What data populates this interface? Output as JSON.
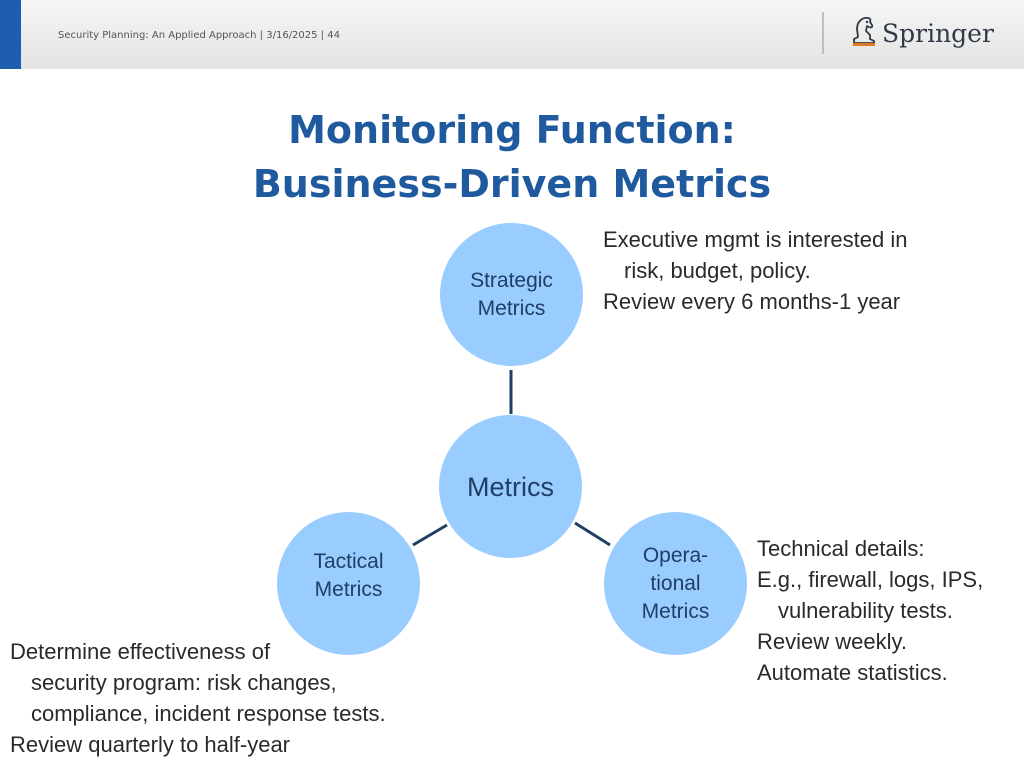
{
  "header": {
    "text": "Security Planning: An Applied Approach | 3/16/2025 | 44",
    "logo_text": "Springer",
    "accent_color": "#1d5fae",
    "logo_icon": "springer-horse-icon"
  },
  "title": {
    "line1": "Monitoring Function:",
    "line2": "Business-Driven Metrics"
  },
  "diagram": {
    "node_color": "#99ccff",
    "connector_color": "#1f3f66",
    "center": {
      "label": "Metrics"
    },
    "strategic": {
      "line1": "Strategic",
      "line2": "Metrics"
    },
    "tactical": {
      "line1": "Tactical",
      "line2": "Metrics"
    },
    "operational": {
      "line1": "Opera-",
      "line2": "tional",
      "line3": "Metrics"
    }
  },
  "notes": {
    "strategic": {
      "line1": "Executive mgmt is interested in",
      "line2": "risk, budget, policy.",
      "line3": "Review every 6 months-1 year"
    },
    "operational": {
      "line1": "Technical details:",
      "line2": "E.g., firewall, logs, IPS,",
      "line3": "vulnerability tests.",
      "line4": "Review weekly.",
      "line5": "Automate statistics."
    },
    "tactical": {
      "line1": "Determine effectiveness of",
      "line2": "security program: risk changes,",
      "line3": "compliance, incident response tests.",
      "line4": "Review quarterly to half-year"
    }
  }
}
